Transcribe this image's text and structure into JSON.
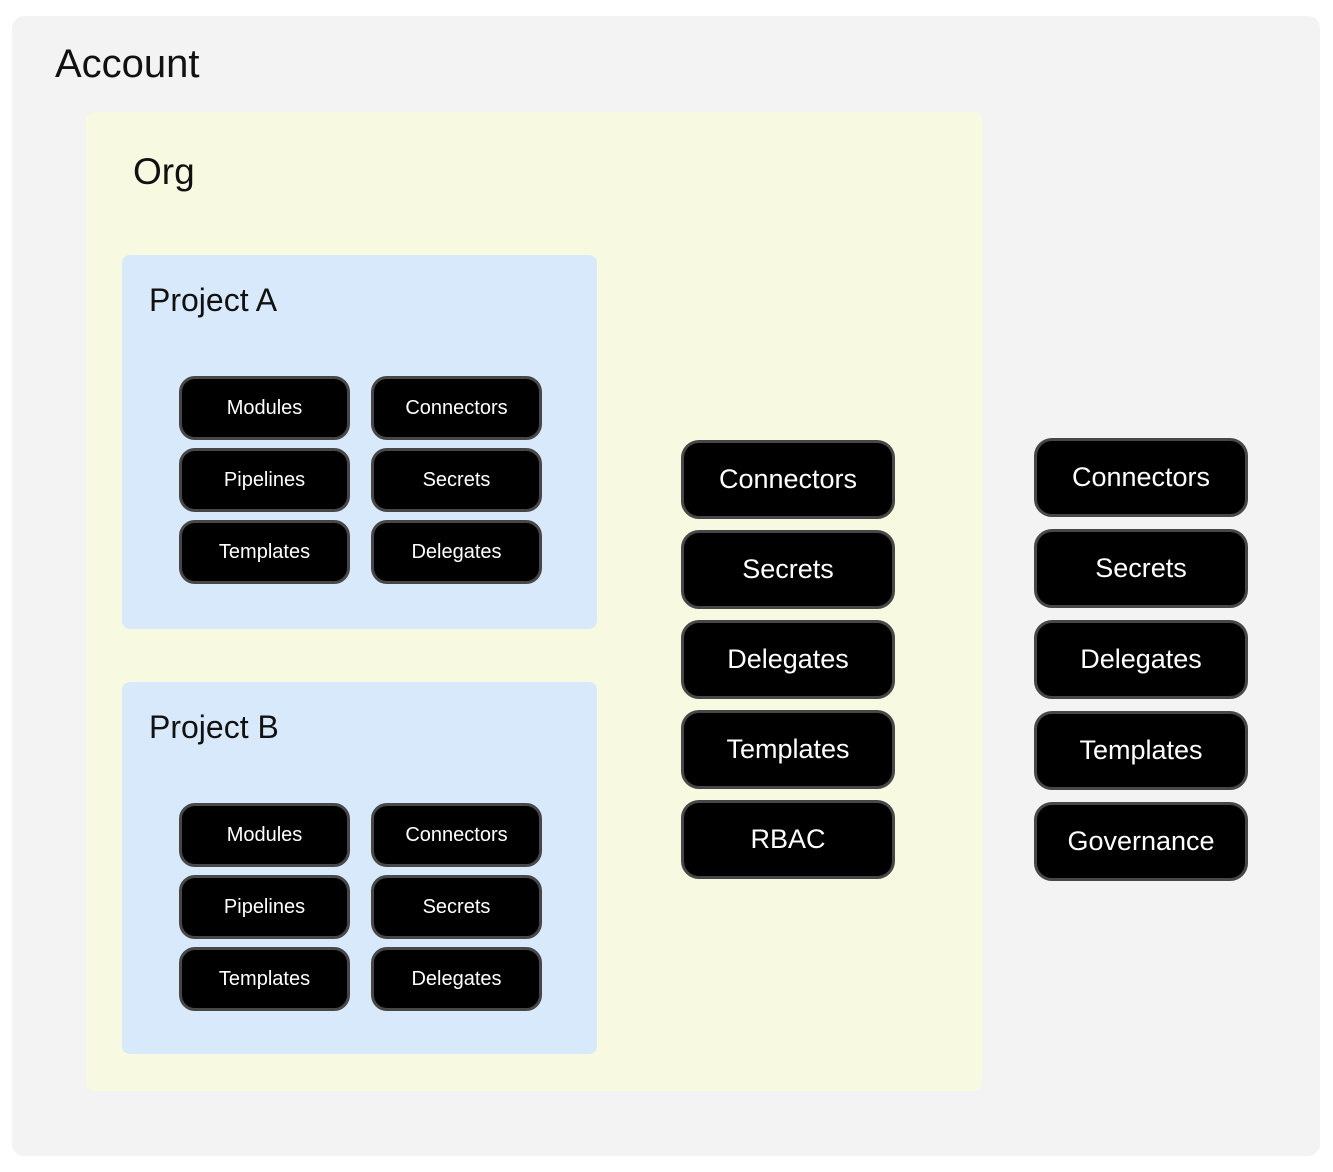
{
  "account": {
    "title": "Account",
    "resources": [
      "Connectors",
      "Secrets",
      "Delegates",
      "Templates",
      "Governance"
    ]
  },
  "org": {
    "title": "Org",
    "resources": [
      "Connectors",
      "Secrets",
      "Delegates",
      "Templates",
      "RBAC"
    ]
  },
  "projects": [
    {
      "title": "Project A",
      "resources": [
        "Modules",
        "Connectors",
        "Pipelines",
        "Secrets",
        "Templates",
        "Delegates"
      ]
    },
    {
      "title": "Project B",
      "resources": [
        "Modules",
        "Connectors",
        "Pipelines",
        "Secrets",
        "Templates",
        "Delegates"
      ]
    }
  ],
  "colors": {
    "page_bg": "#ffffff",
    "account_bg": "#f3f3f4",
    "org_bg": "#f7f9e1",
    "project_bg": "#d9e9fc",
    "chip_bg": "#000000",
    "chip_border": "#474747",
    "chip_text": "#ffffff",
    "title_text": "#111111"
  }
}
